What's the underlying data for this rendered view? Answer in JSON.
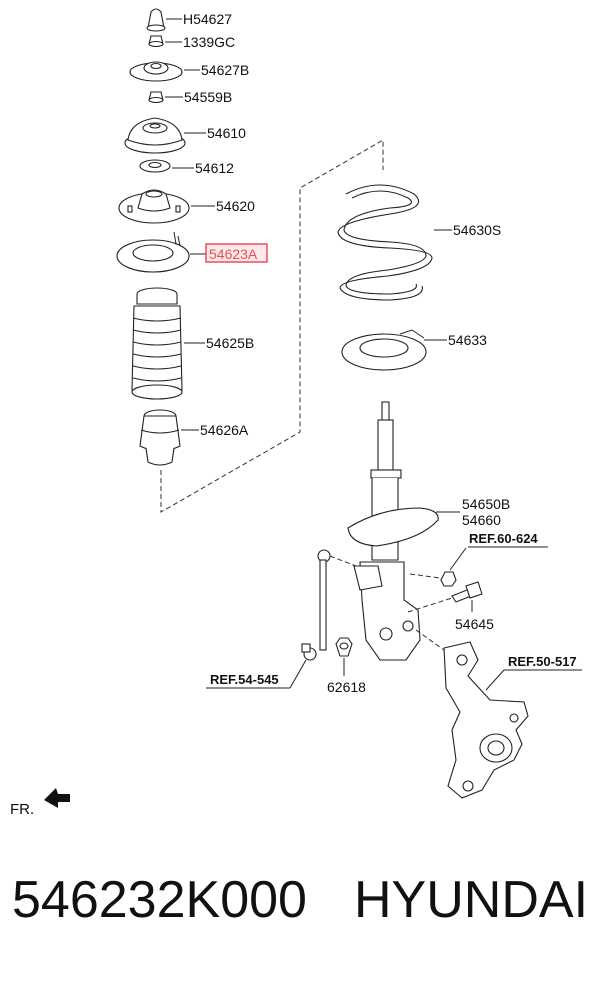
{
  "parts": {
    "p1": "H54627",
    "p2": "1339GC",
    "p3": "54627B",
    "p4": "54559B",
    "p5": "54610",
    "p6": "54612",
    "p7": "54620",
    "p8": "54623A",
    "p9": "54625B",
    "p10": "54626A",
    "p11": "54630S",
    "p12": "54633",
    "p13a": "54650B",
    "p13b": "54660",
    "p14": "54645",
    "p15": "62618"
  },
  "refs": {
    "r1": "REF.60-624",
    "r2": "REF.50-517",
    "r3": "REF.54-545"
  },
  "front_marker": "FR.",
  "highlight_color": "#e8505b",
  "footer": {
    "part_number": "546232K000",
    "brand": "HYUNDAI"
  }
}
